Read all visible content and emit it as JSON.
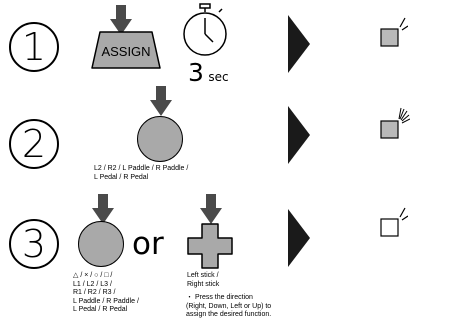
{
  "colors": {
    "arrow": "#4a4a4a",
    "button_fill": "#a9a9a9",
    "play": "#1a1a1a",
    "led_gray": "#b9b9b9"
  },
  "steps": [
    {
      "number": "1",
      "button_label": "ASSIGN",
      "timer_value": "3",
      "timer_unit": "sec",
      "led_state": "on-gray-blink"
    },
    {
      "number": "2",
      "buttons_text": "L2 / R2 / L Paddle / R Paddle /\nL Pedal / R Pedal",
      "led_state": "on-gray-flash"
    },
    {
      "number": "3",
      "buttons_text": "△ / × / ○ / □ /\nL1 / L2 / L3 /\nR1 / R2 / R3 /\nL Paddle / R Paddle /\nL Pedal / R Pedal",
      "or_text": "or",
      "stick_text": "Left stick /\nRight stick",
      "note_text": "・ Press the direction\n(Right, Down, Left or Up) to\nassign the desired function.",
      "led_state": "off-blink"
    }
  ]
}
